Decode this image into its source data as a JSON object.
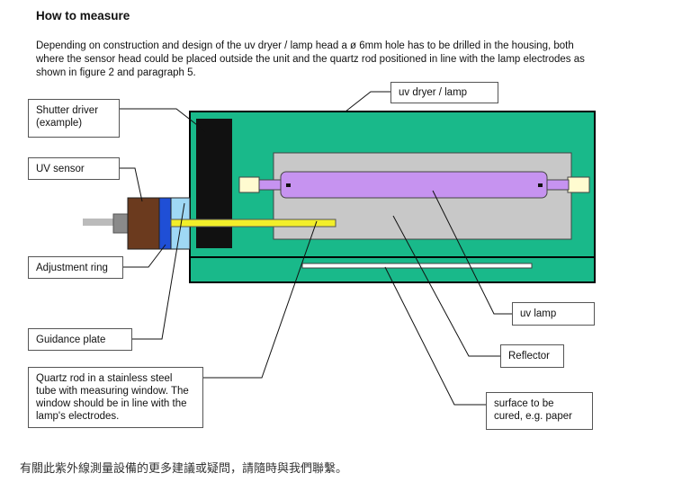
{
  "title": "How to measure",
  "intro": "Depending on construction and design of the uv dryer / lamp head a ø 6mm hole has to be drilled in the housing, both where the sensor head could be placed outside the unit and the quartz rod positioned in line with the lamp electrodes as shown in figure 2 and paragraph 5.",
  "labels": {
    "uv_dryer": "uv dryer / lamp",
    "shutter_driver": "Shutter driver (example)",
    "uv_sensor": "UV sensor",
    "adjustment_ring": "Adjustment ring",
    "guidance_plate": "Guidance plate",
    "quartz_rod": "Quartz rod in a stainless steel tube with measuring window. The window should be in line with the lamp's electrodes.",
    "uv_lamp": "uv lamp",
    "reflector": "Reflector",
    "surface": "surface  to be cured, e.g. paper"
  },
  "colors": {
    "housing": "#19b98a",
    "reflector": "#c8c8c8",
    "lamp": "#c693f0",
    "sensor": "#6b3a1e",
    "ring": "#1f4fd6",
    "plate": "#9fd8f5",
    "rod": "#f2ee2a",
    "shutter": "#111111",
    "end_cap": "#fffbd0"
  },
  "footer": "有關此紫外線測量設備的更多建議或疑問，請隨時與我們聯繫。"
}
